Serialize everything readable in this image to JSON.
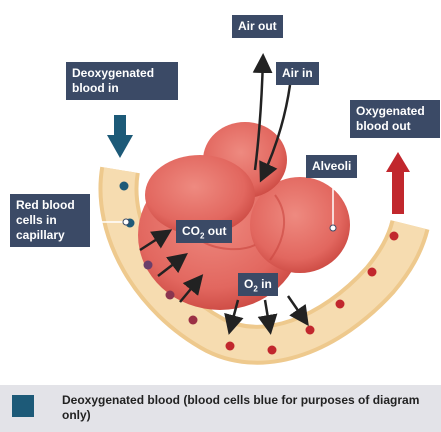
{
  "labels": {
    "air_out": "Air out",
    "air_in": "Air in",
    "deoxygenated_in_line1": "Deoxygenated",
    "deoxygenated_in_line2": "blood in",
    "oxygenated_out_line1": "Oxygenated",
    "oxygenated_out_line2": "blood out",
    "alveoli": "Alveoli",
    "red_cells_line1": "Red blood",
    "red_cells_line2": "cells in",
    "red_cells_line3": "capillary",
    "co2_prefix": "CO",
    "co2_sub": "2",
    "co2_suffix": " out",
    "o2_prefix": "O",
    "o2_sub": "2",
    "o2_suffix": " in"
  },
  "legend": {
    "text": "Deoxygenated blood (blood cells blue for purposes of diagram only)"
  },
  "colors": {
    "label_bg": "#3b4a66",
    "capillary": "#f6dcb0",
    "capillary_edge": "#eec98d",
    "alveolus": "#e2675f",
    "alveolus_dark": "#c9463f",
    "deoxygenated_cell": "#1d5a78",
    "oxygenated_cell": "#c1272d",
    "deoxygenated_arrow": "#1d5a78",
    "oxygenated_arrow": "#c1272d",
    "legend_bg": "#e3e3e8"
  }
}
